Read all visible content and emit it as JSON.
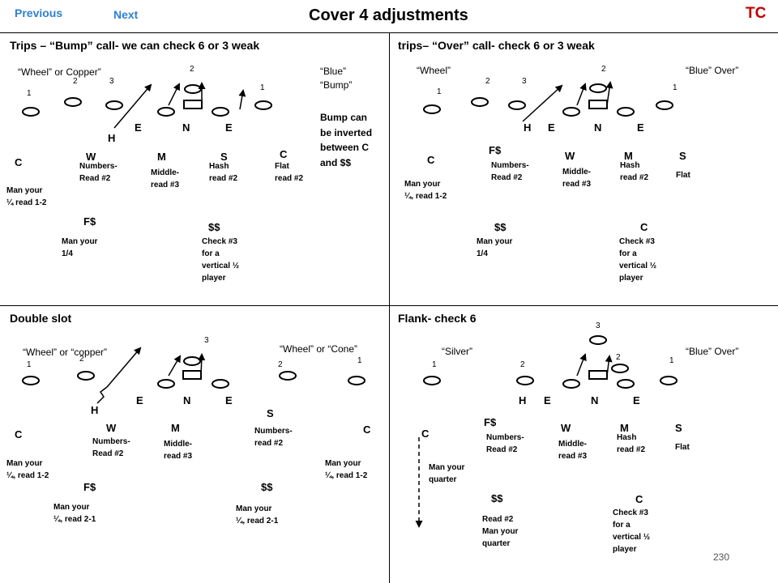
{
  "header": {
    "previous": "Previous",
    "next": "Next",
    "title": "Cover 4 adjustments",
    "logo": "TC"
  },
  "page_number": "230",
  "q1": {
    "title": "Trips – “Bump” call- we can check 6 or 3 weak",
    "call_left": "“Wheel” or Copper”",
    "call_right": "“Blue”\n“Bump”",
    "bump_note": "Bump can\nbe inverted\nbetween C\nand $$",
    "nums": [
      "1",
      "2",
      "3",
      "2",
      "1"
    ],
    "line": [
      "E",
      "N",
      "E"
    ],
    "players": {
      "H": "H",
      "C1": "C",
      "W": "W",
      "M": "M",
      "S": "S",
      "C2": "C",
      "FS": "F$",
      "SS": "$$"
    },
    "notes": {
      "c1": "Man your\n¼ read 1-2",
      "w": "Numbers-\nRead #2",
      "m": "Middle-\nread #3",
      "s": "Hash\n read #2",
      "c2": "Flat\n read #2",
      "fs": "Man your\n1/4",
      "ss": "Check #3\nfor a\nvertical ½\nplayer"
    }
  },
  "q2": {
    "title": "trips– “Over” call- check 6 or 3 weak",
    "call_left": "“Wheel”",
    "call_right": "“Blue” Over”",
    "nums": [
      "1",
      "2",
      "3",
      "2",
      "1"
    ],
    "line": [
      "H",
      "E",
      "N",
      "E"
    ],
    "players": {
      "C1": "C",
      "FS": "F$",
      "W": "W",
      "M": "M",
      "S": "S",
      "SS": "$$",
      "C2": "C"
    },
    "notes": {
      "c1": "Man your\n¼, read 1-2",
      "fs": "Numbers-\nRead #2",
      "w": "Middle-\nread #3",
      "m": "Hash\n read #2",
      "s": "Flat",
      "ss": "Man your\n1/4",
      "c2": "Check #3\nfor a\nvertical ½\nplayer"
    }
  },
  "q3": {
    "title": "Double slot",
    "call_left": "“Wheel” or “copper”",
    "call_right": "“Wheel” or “Cone”",
    "nums": [
      "1",
      "2",
      "3",
      "2",
      "1"
    ],
    "line": [
      "E",
      "N",
      "E"
    ],
    "players": {
      "H": "H",
      "C1": "C",
      "W": "W",
      "M": "M",
      "S": "S",
      "C2": "C",
      "FS": "F$",
      "SS": "$$"
    },
    "notes": {
      "c1": "Man your\n¼, read 1-2",
      "w": "Numbers-\nRead #2",
      "m": "Middle-\nread #3",
      "s": "Numbers-\nread #2",
      "c2": "Man your\n¼, read 1-2",
      "fs": "Man your\n¼, read 2-1",
      "ss": "Man your\n¼, read 2-1"
    }
  },
  "q4": {
    "title": "Flank- check 6",
    "call_left": "“Silver”",
    "call_right": "“Blue” Over”",
    "nums": [
      "1",
      "2",
      "3",
      "2",
      "1"
    ],
    "line": [
      "H",
      "E",
      "N",
      "E"
    ],
    "players": {
      "C1": "C",
      "FS": "F$",
      "W": "W",
      "M": "M",
      "S": "S",
      "SS": "$$",
      "C2": "C"
    },
    "notes": {
      "c1": "Man your\nquarter",
      "fs": "Numbers-\nRead #2",
      "w": "Middle-\nread #3",
      "m": "Hash\n read #2",
      "s": "Flat",
      "ss": "Read #2\nMan your\nquarter",
      "c2": "Check #3\nfor a\nvertical ½\nplayer"
    }
  }
}
